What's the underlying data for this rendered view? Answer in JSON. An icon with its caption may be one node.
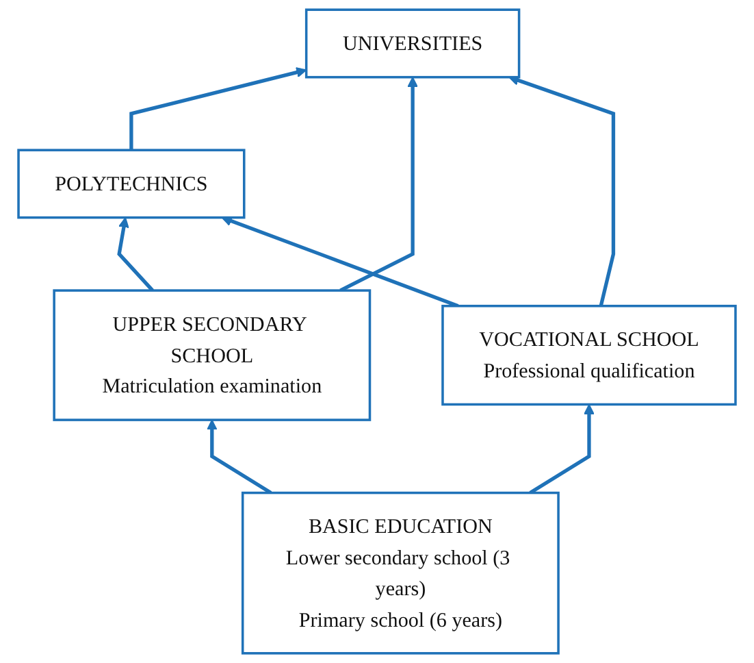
{
  "diagram": {
    "nodes": [
      {
        "text": [
          "UNIVERSITIES"
        ]
      },
      {
        "text": [
          "POLYTECHNICS"
        ]
      },
      {
        "text": [
          "UPPER SECONDARY SCHOOL",
          "Matriculation examination"
        ]
      },
      {
        "text": [
          "VOCATIONAL SCHOOL",
          "Professional qualification"
        ]
      },
      {
        "text": [
          "BASIC EDUCATION",
          "Lower secondary school (3 years)",
          "Primary school (6 years)"
        ]
      }
    ],
    "edges": [
      {
        "from": 1,
        "to": 0,
        "arrow": "to"
      },
      {
        "from": 4,
        "to": 2,
        "arrow": "to"
      },
      {
        "from": 4,
        "to": 3,
        "arrow": "to"
      },
      {
        "from": 2,
        "to": 0,
        "arrow": "to"
      },
      {
        "from": 2,
        "to": 1,
        "arrow": "to"
      },
      {
        "from": 3,
        "to": 0,
        "arrow": "to"
      },
      {
        "from": 3,
        "to": 1,
        "arrow": "to"
      }
    ]
  }
}
